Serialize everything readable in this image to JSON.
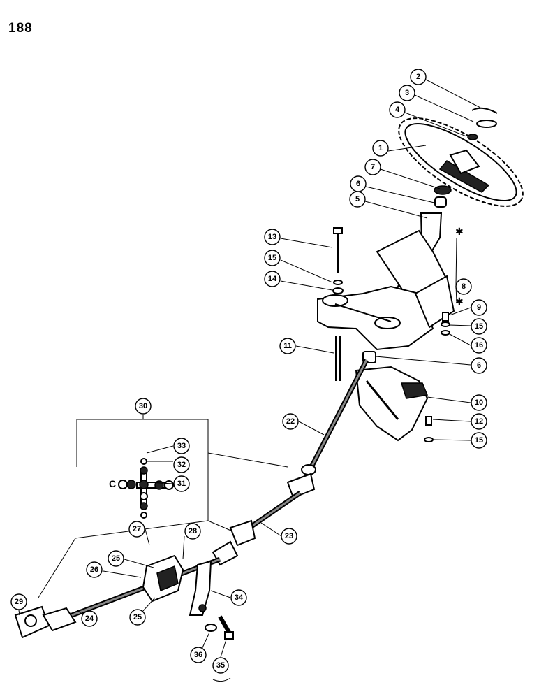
{
  "page": {
    "number": "188"
  },
  "callouts": [
    {
      "id": "c1",
      "label": "1"
    },
    {
      "id": "c2",
      "label": "2"
    },
    {
      "id": "c3",
      "label": "3"
    },
    {
      "id": "c4",
      "label": "4"
    },
    {
      "id": "c5",
      "label": "5"
    },
    {
      "id": "c6a",
      "label": "6"
    },
    {
      "id": "c6b",
      "label": "6"
    },
    {
      "id": "c7",
      "label": "7"
    },
    {
      "id": "c8",
      "label": "8"
    },
    {
      "id": "c9",
      "label": "9"
    },
    {
      "id": "c10",
      "label": "10"
    },
    {
      "id": "c11",
      "label": "11"
    },
    {
      "id": "c12",
      "label": "12"
    },
    {
      "id": "c13",
      "label": "13"
    },
    {
      "id": "c14",
      "label": "14"
    },
    {
      "id": "c15a",
      "label": "15"
    },
    {
      "id": "c15b",
      "label": "15"
    },
    {
      "id": "c15c",
      "label": "15"
    },
    {
      "id": "c16",
      "label": "16"
    },
    {
      "id": "c22",
      "label": "22"
    },
    {
      "id": "c23",
      "label": "23"
    },
    {
      "id": "c24",
      "label": "24"
    },
    {
      "id": "c25a",
      "label": "25"
    },
    {
      "id": "c25b",
      "label": "25"
    },
    {
      "id": "c26",
      "label": "26"
    },
    {
      "id": "c27",
      "label": "27"
    },
    {
      "id": "c28",
      "label": "28"
    },
    {
      "id": "c29",
      "label": "29"
    },
    {
      "id": "c30",
      "label": "30"
    },
    {
      "id": "c31",
      "label": "31"
    },
    {
      "id": "c32",
      "label": "32"
    },
    {
      "id": "c33",
      "label": "33"
    },
    {
      "id": "c34",
      "label": "34"
    },
    {
      "id": "c35",
      "label": "35"
    },
    {
      "id": "c36",
      "label": "36"
    }
  ]
}
